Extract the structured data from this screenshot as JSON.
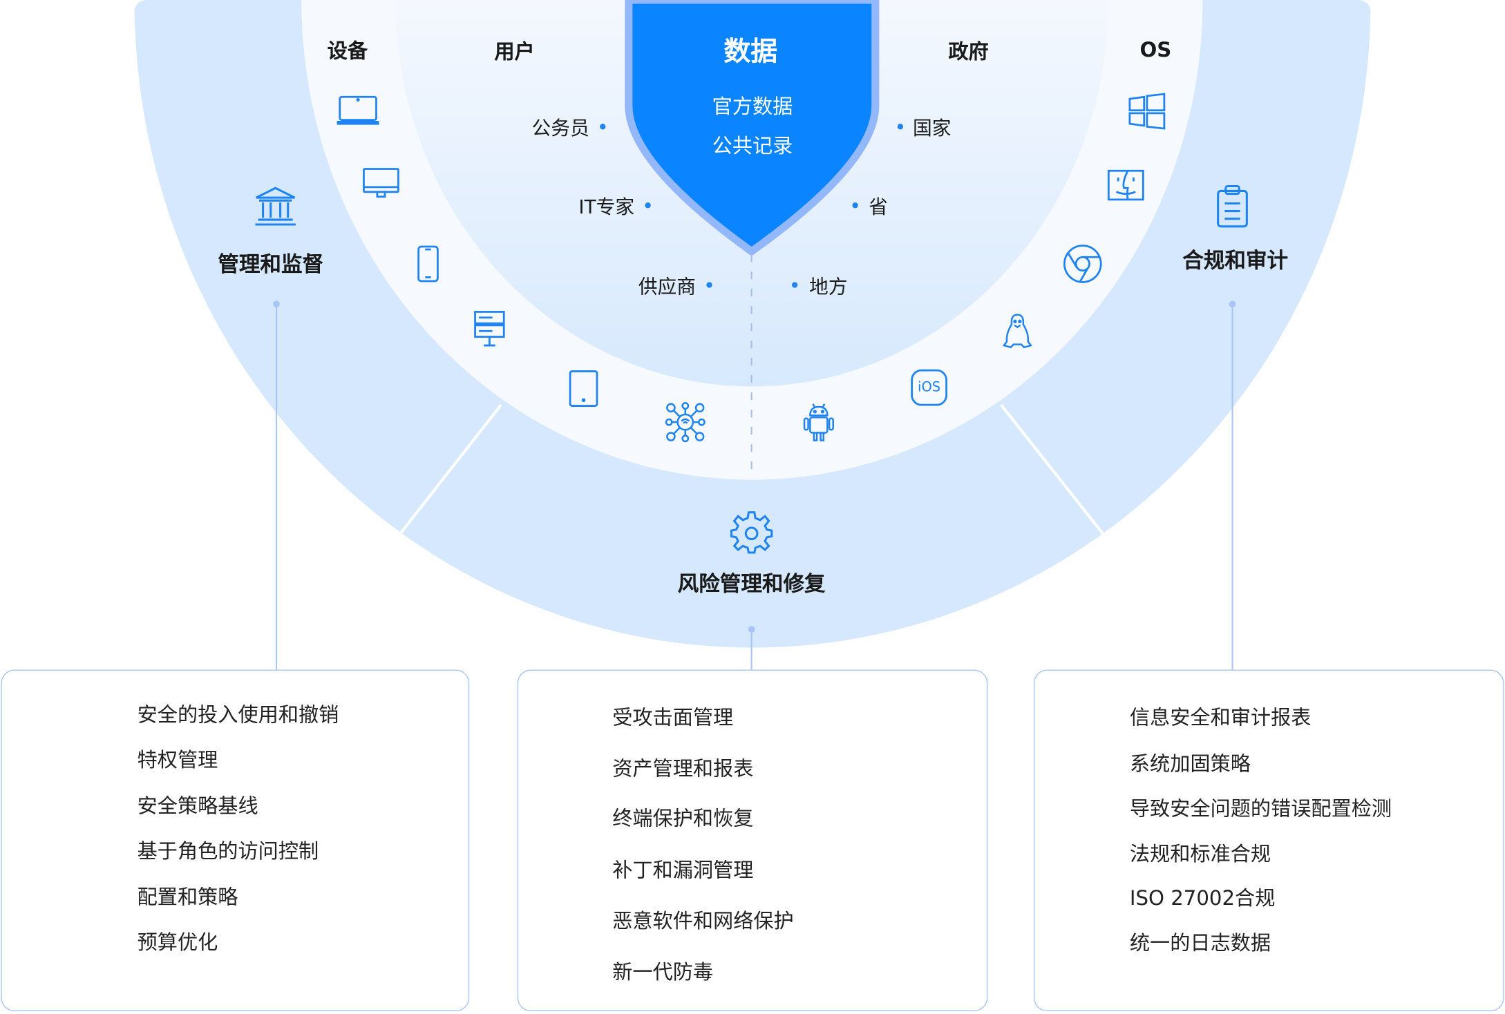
{
  "center": {
    "title": "数据",
    "lines": [
      "官方数据",
      "公共记录"
    ]
  },
  "categories": {
    "devices": "设备",
    "users": "用户",
    "government": "政府",
    "os": "OS"
  },
  "users": [
    "公务员",
    "IT专家",
    "供应商"
  ],
  "government": [
    "国家",
    "省",
    "地方"
  ],
  "device_icons": [
    "laptop-icon",
    "monitor-icon",
    "smartphone-icon",
    "server-icon",
    "tablet-icon",
    "iot-network-icon"
  ],
  "os_icons": [
    "windows-icon",
    "macos-finder-icon",
    "chrome-icon",
    "linux-icon",
    "ios-icon",
    "android-icon"
  ],
  "ios_label": "iOS",
  "sections": {
    "governance": {
      "title": "管理和监督",
      "icon": "bank-icon",
      "items": [
        "安全的投入使用和撤销",
        "特权管理",
        "安全策略基线",
        "基于角色的访问控制",
        "配置和策略",
        "预算优化"
      ]
    },
    "risk": {
      "title": "风险管理和修复",
      "icon": "gear-icon",
      "items": [
        "受攻击面管理",
        "资产管理和报表",
        "终端保护和恢复",
        "补丁和漏洞管理",
        "恶意软件和网络保护",
        "新一代防毒"
      ]
    },
    "compliance": {
      "title": "合规和审计",
      "icon": "clipboard-icon",
      "items": [
        "信息安全和审计报表",
        "系统加固策略",
        "导致安全问题的错误配置检测",
        "法规和标准合规",
        "ISO 27002合规",
        "统一的日志数据"
      ]
    }
  },
  "colors": {
    "accent": "#1f84f2",
    "shield": "#0a84ff",
    "shield_border": "#93b7fb",
    "outer": "#d5e8fd",
    "ring": "#f6f9fe",
    "box_border": "#a9c4f7"
  }
}
